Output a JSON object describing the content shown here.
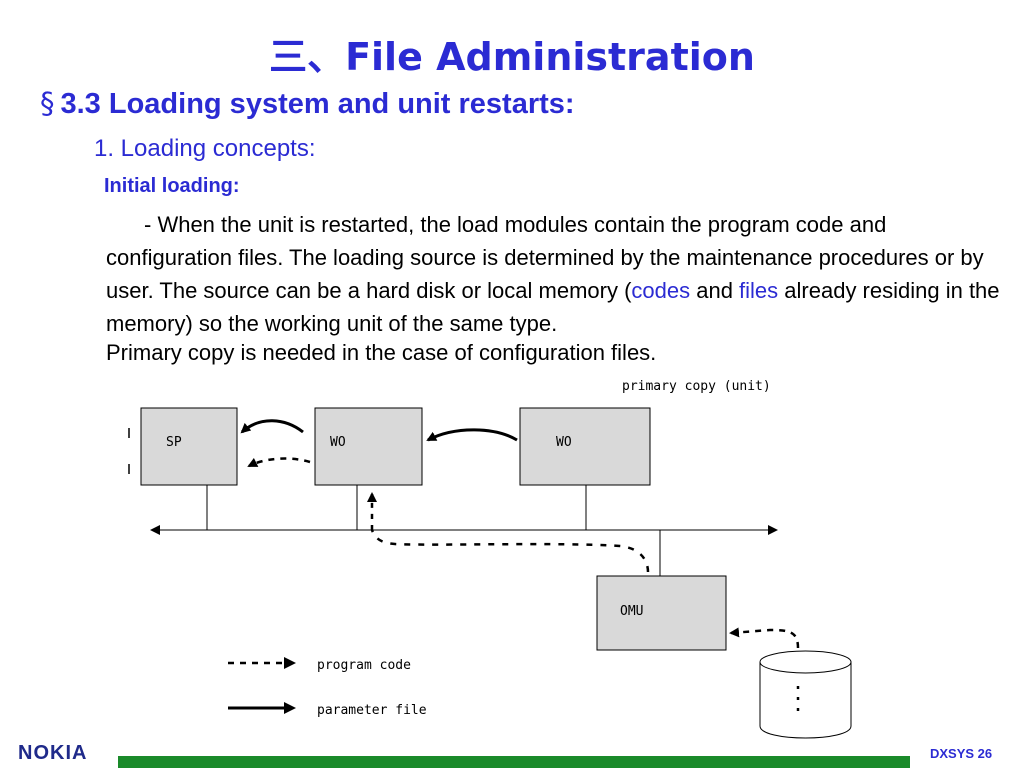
{
  "slide": {
    "title": "三、File Administration",
    "section_symbol": "§",
    "section_heading": "3.3  Loading system and unit restarts:",
    "subheading": "1. Loading concepts:",
    "initial_loading_label": "Initial loading:",
    "paragraph": {
      "part1": "- When the unit is restarted, the load modules contain the program code and configuration files. The loading source is determined by the maintenance procedures or by user. The source can be a hard disk or local memory (",
      "codes": "codes",
      "and": " and ",
      "files": "files",
      "part2": " already residing in the memory) so the working unit of the same type."
    },
    "paragraph2": "Primary copy is needed in the case of configuration files."
  },
  "diagram": {
    "caption": "primary copy (unit)",
    "boxes": {
      "sp": "SP",
      "wo_left": "WO",
      "wo_right": "WO",
      "omu": "OMU"
    },
    "legend": {
      "program_code": "program code",
      "parameter_file": "parameter file"
    }
  },
  "footer": {
    "logo": "NOKIA",
    "page": "DXSYS  26"
  },
  "colors": {
    "accent": "#2b2bd3",
    "box_fill": "#d9d9d9",
    "footer_bar": "#1a8a2a",
    "logo": "#1f2a8a"
  }
}
